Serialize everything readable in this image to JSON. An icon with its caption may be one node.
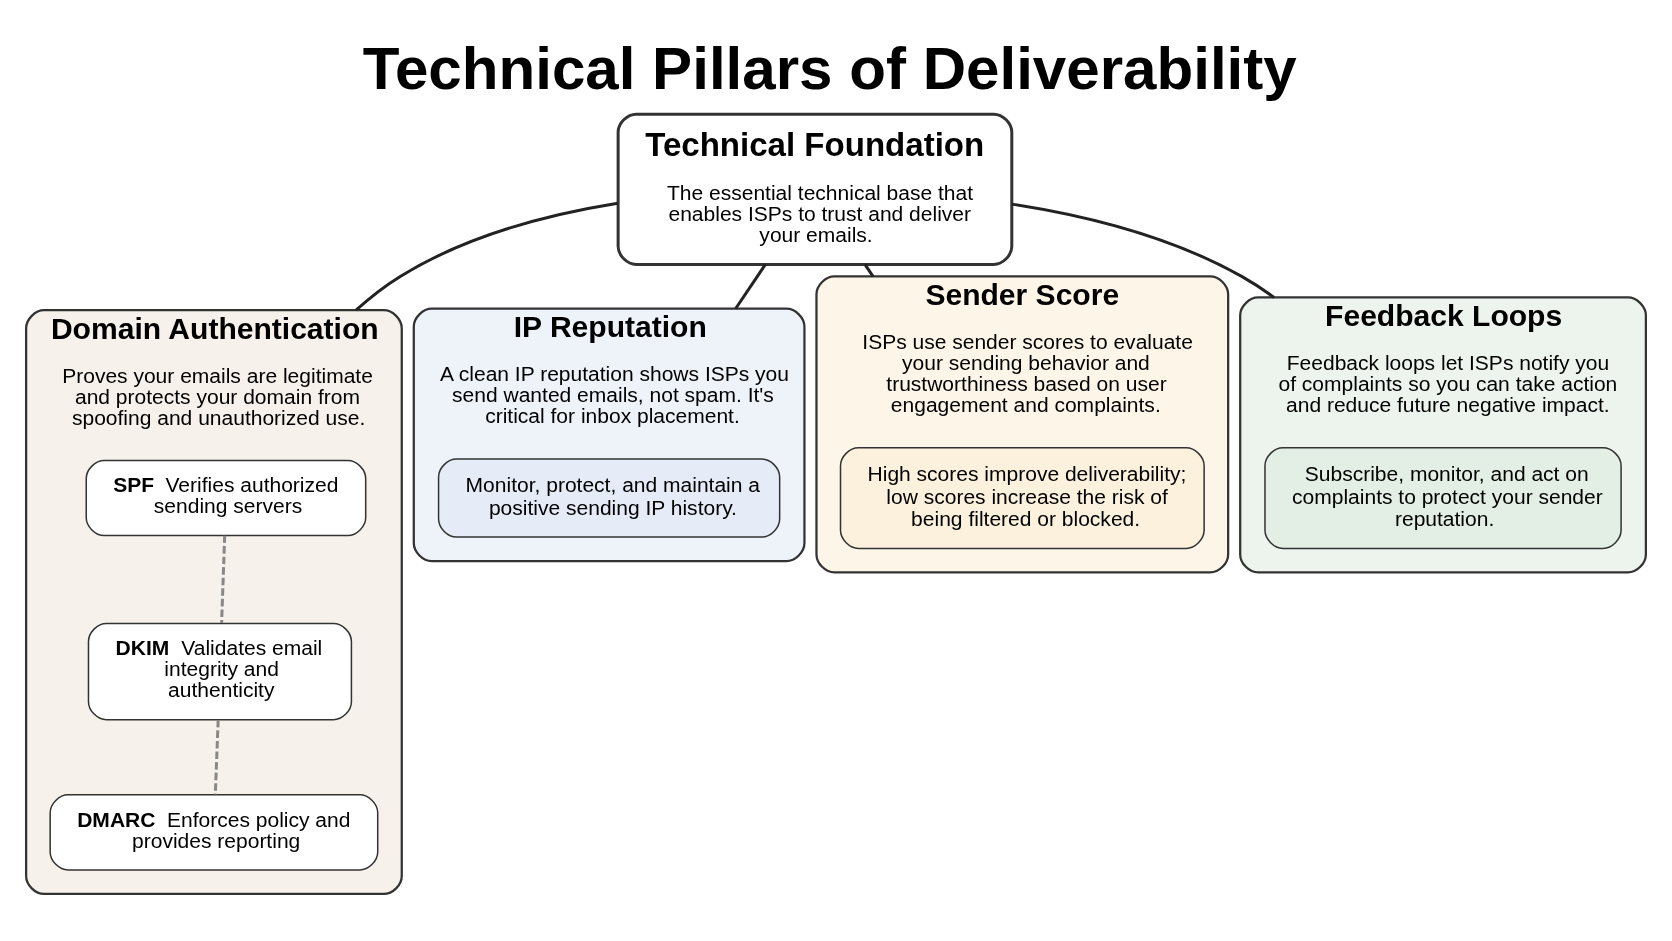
{
  "diagram": {
    "title": "Technical Pillars of Deliverability",
    "nodes": [
      {
        "text": [
          "Technical Foundation",
          "The essential technical base that enables ISPs to trust and deliver your emails."
        ]
      },
      {
        "text": [
          "Domain Authentication",
          "Proves your emails are legitimate and protects your domain from spoofing and unauthorized use."
        ]
      },
      {
        "text": [
          "SPF",
          "Verifies authorized sending servers"
        ],
        "in": 1
      },
      {
        "text": [
          "DKIM",
          "Validates email integrity and authenticity"
        ],
        "in": 1
      },
      {
        "text": [
          "DMARC",
          "Enforces policy and provides reporting"
        ],
        "in": 1
      },
      {
        "text": [
          "IP Reputation",
          "A clean IP reputation shows ISPs you send wanted emails, not spam. It's critical for inbox placement."
        ]
      },
      {
        "text": [
          "Monitor, protect, and maintain a positive sending IP history."
        ],
        "in": 5
      },
      {
        "text": [
          "Sender Score",
          "ISPs use sender scores to evaluate your sending behavior and trustworthiness based on user engagement and complaints."
        ]
      },
      {
        "text": [
          "High scores improve deliverability; low scores increase the risk of being filtered or blocked."
        ],
        "in": 7
      },
      {
        "text": [
          "Feedback Loops",
          "Feedback loops let ISPs notify you of complaints so you can take action and reduce future negative impact."
        ]
      },
      {
        "text": [
          "Subscribe, monitor, and act on complaints to protect your sender reputation."
        ],
        "in": 9
      }
    ],
    "edges": [
      {
        "from": 0,
        "to": 1,
        "arrow": "none"
      },
      {
        "from": 0,
        "to": 5,
        "arrow": "none"
      },
      {
        "from": 0,
        "to": 7,
        "arrow": "none"
      },
      {
        "from": 0,
        "to": 9,
        "arrow": "none"
      },
      {
        "from": 2,
        "to": 3,
        "arrow": "none",
        "style": "dashed",
        "color": "#888888"
      },
      {
        "from": 3,
        "to": 4,
        "arrow": "none",
        "style": "dashed",
        "color": "#888888"
      }
    ]
  }
}
